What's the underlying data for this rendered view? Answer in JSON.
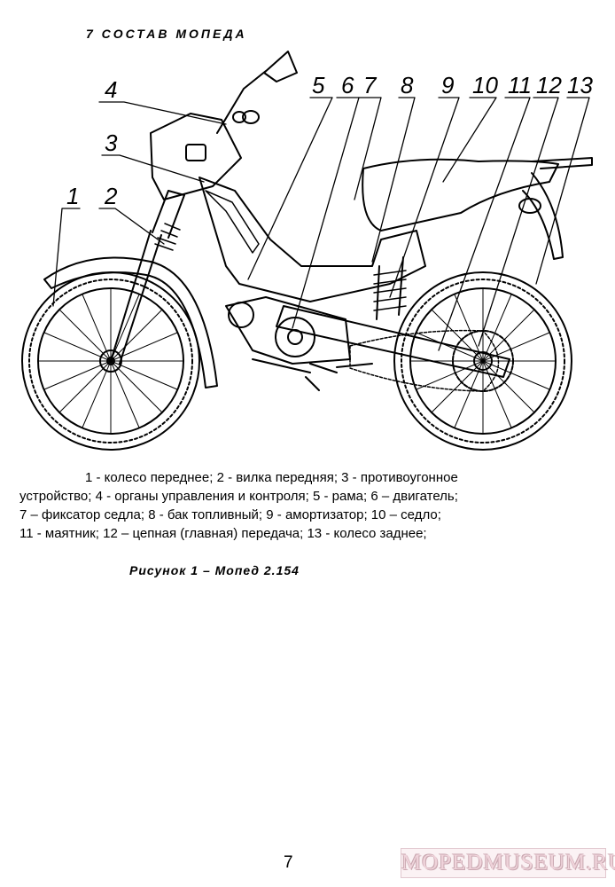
{
  "document": {
    "heading": "7 СОСТАВ МОПЕДА",
    "figure_labels": [
      "1",
      "2",
      "3",
      "4",
      "5",
      "6",
      "7",
      "8",
      "9",
      "10",
      "11",
      "12",
      "13"
    ],
    "legend_line1": "1 - колесо переднее; 2 - вилка передняя; 3 - противоугонное",
    "legend_line2": "устройство; 4 - органы управления и контроля; 5 - рама; 6 – двигатель;",
    "legend_line3": "7 – фиксатор седла; 8 - бак топливный; 9 - амортизатор;  10 – седло;",
    "legend_line4": "11 - маятник; 12 – цепная (главная) передача; 13 - колесо заднее;",
    "figure_title": "Рисунок 1 – Мопед 2.154",
    "page_number": "7",
    "watermark": "MOPEDMUSEUM.RU"
  }
}
